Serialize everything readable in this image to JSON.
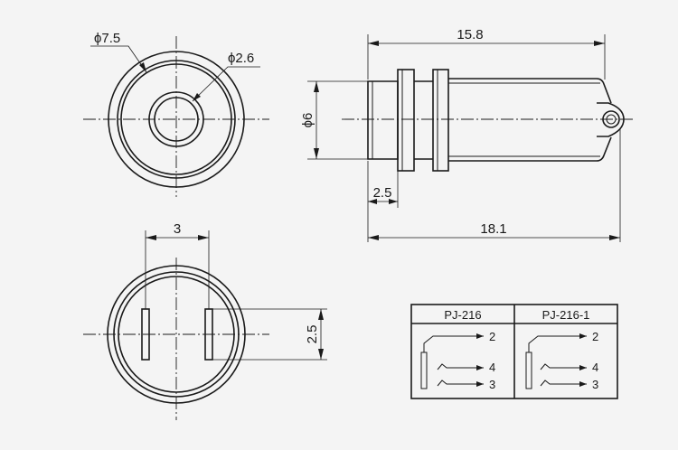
{
  "front_view_top": {
    "outer_diameter_label": "ϕ7.5",
    "inner_diameter_label": "ϕ2.6"
  },
  "side_view": {
    "body_length_label": "15.8",
    "body_diameter_label": "ϕ6",
    "flange_label": "2.5",
    "total_length_label": "18.1"
  },
  "rear_view": {
    "pin_spacing_label": "3",
    "pin_length_label": "2.5"
  },
  "schematic_table": {
    "headers": [
      "PJ-216",
      "PJ-216-1"
    ],
    "pins": [
      "2",
      "4",
      "3"
    ]
  }
}
